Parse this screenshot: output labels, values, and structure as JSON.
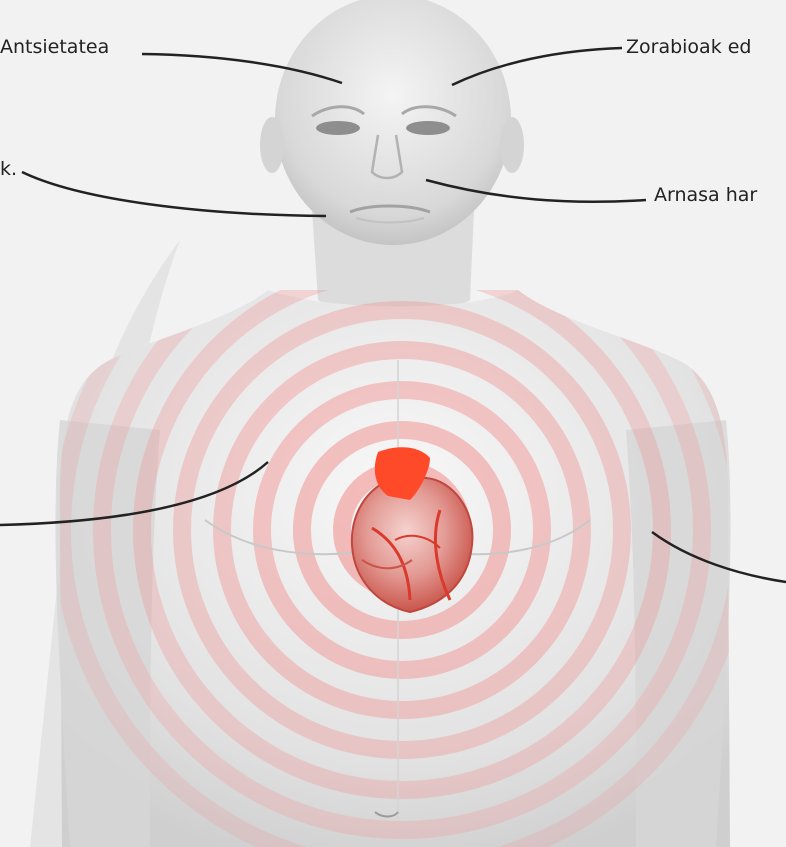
{
  "labels": {
    "top_left": "Antsietatea",
    "top_right": "Zorabioak ed",
    "mid_left": "k.",
    "mid_right": "Arnasa har"
  },
  "colors": {
    "background": "#f2f2f2",
    "skin": "#e6e6e6",
    "pain_ring": "#f28b8b",
    "heart": "#d93a2b",
    "aorta": "#ff4a2a",
    "leader_line": "#222222"
  },
  "icons": {
    "body": "human-torso-illustration",
    "heart": "heart-icon",
    "pain_radiation": "pain-radiation-rings"
  }
}
